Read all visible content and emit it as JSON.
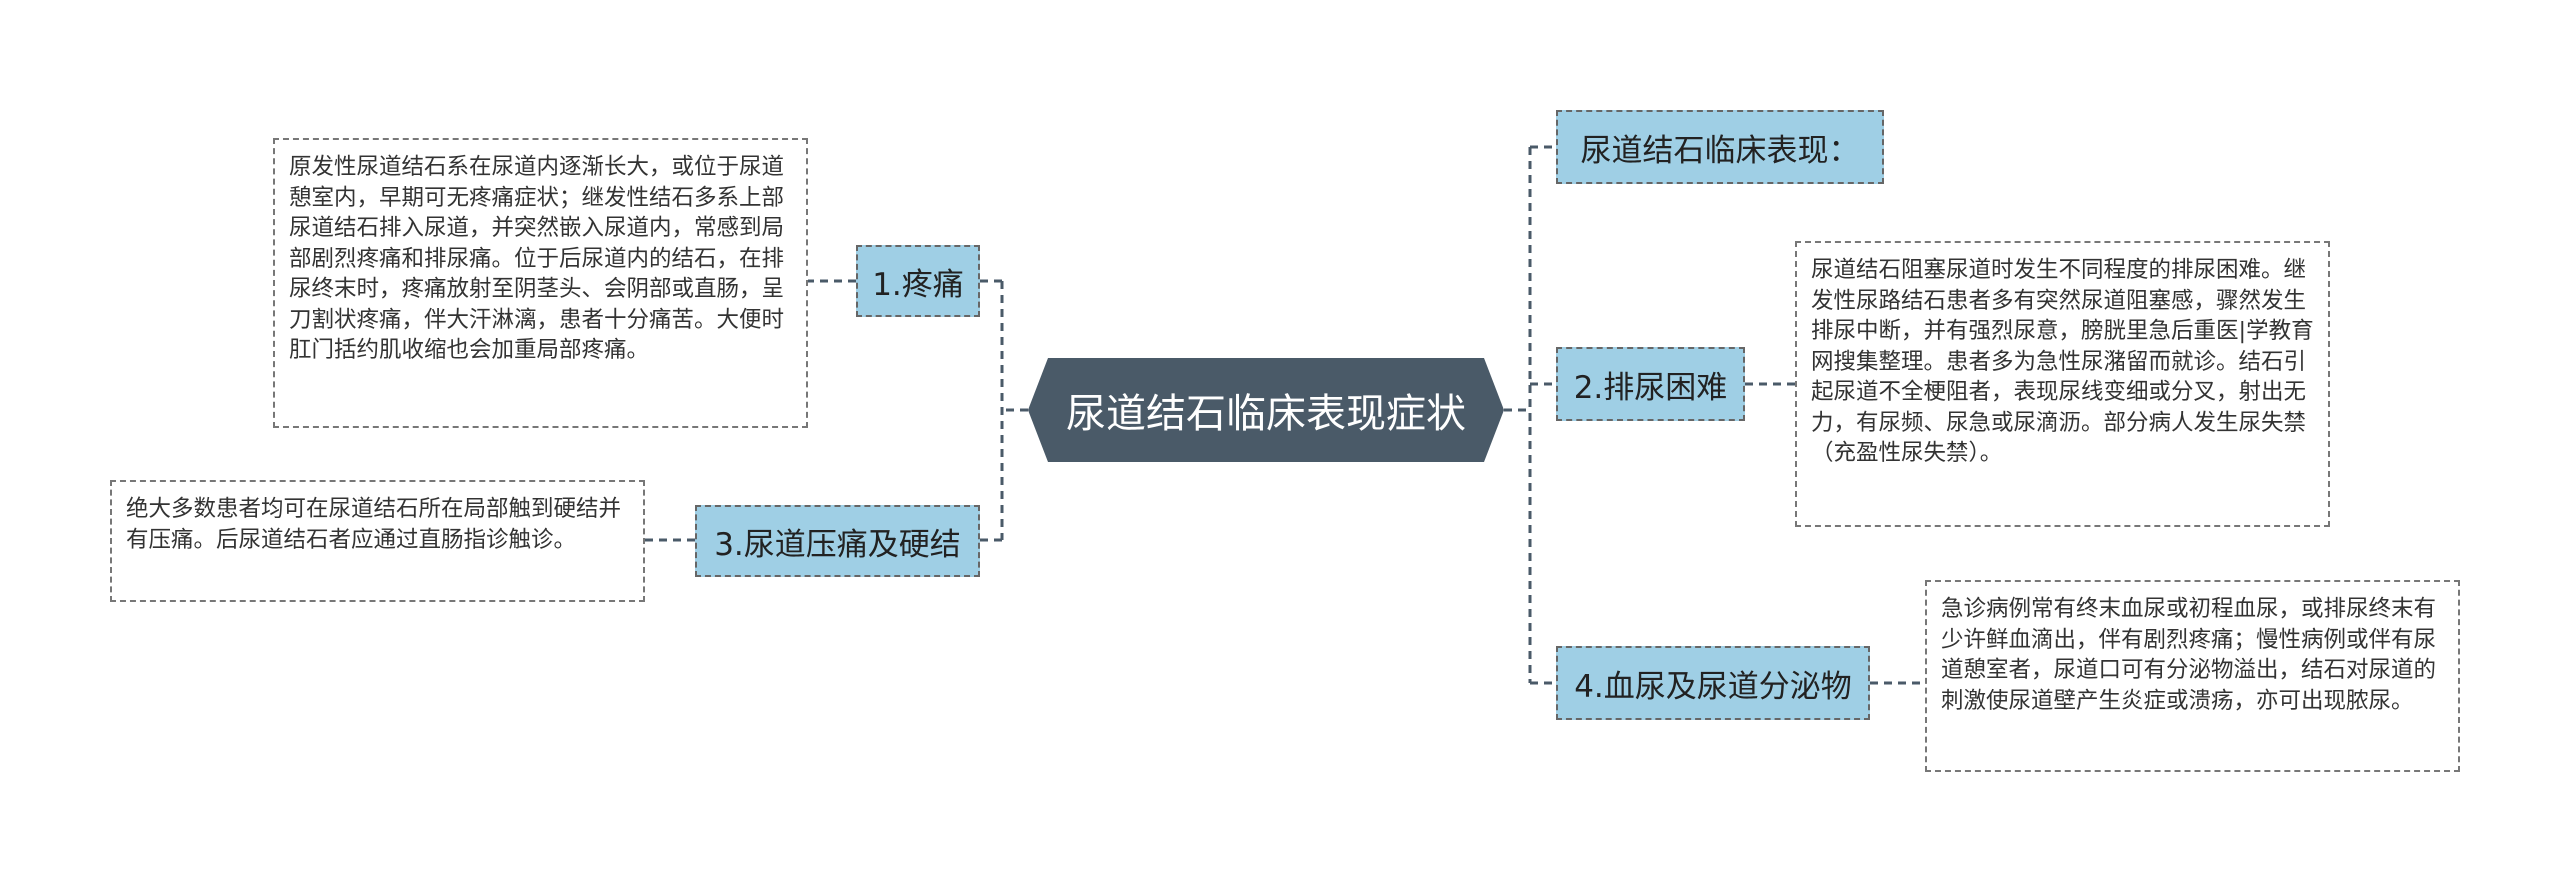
{
  "root": {
    "title": "尿道结石临床表现症状"
  },
  "topics": {
    "pain": "1.疼痛",
    "pressure": "3.尿道压痛及硬结",
    "manifest": "尿道结石临床表现：",
    "urination": "2.排尿困难",
    "blood": "4.血尿及尿道分泌物"
  },
  "details": {
    "pain": "原发性尿道结石系在尿道内逐渐长大，或位于尿道憩室内，早期可无疼痛症状；继发性结石多系上部尿道结石排入尿道，并突然嵌入尿道内，常感到局部剧烈疼痛和排尿痛。位于后尿道内的结石，在排尿终末时，疼痛放射至阴茎头、会阴部或直肠，呈刀割状疼痛，伴大汗淋漓，患者十分痛苦。大便时肛门括约肌收缩也会加重局部疼痛。",
    "pressure": "绝大多数患者均可在尿道结石所在局部触到硬结并有压痛。后尿道结石者应通过直肠指诊触诊。",
    "urination": "尿道结石阻塞尿道时发生不同程度的排尿困难。继发性尿路结石患者多有突然尿道阻塞感，骤然发生排尿中断，并有强烈尿意，膀胱里急后重医|学教育网搜集整理。患者多为急性尿潴留而就诊。结石引起尿道不全梗阻者，表现尿线变细或分叉，射出无力，有尿频、尿急或尿滴沥。部分病人发生尿失禁（充盈性尿失禁）。",
    "blood": "急诊病例常有终末血尿或初程血尿，或排尿终末有少许鲜血滴出，伴有剧烈疼痛；慢性病例或伴有尿道憩室者，尿道口可有分泌物溢出，结石对尿道的刺激使尿道壁产生炎症或溃疡，亦可出现脓尿。"
  },
  "colors": {
    "root_fill": "#4a5a68",
    "topic_fill": "#9fcfe5",
    "connector": "#4a5a68"
  }
}
